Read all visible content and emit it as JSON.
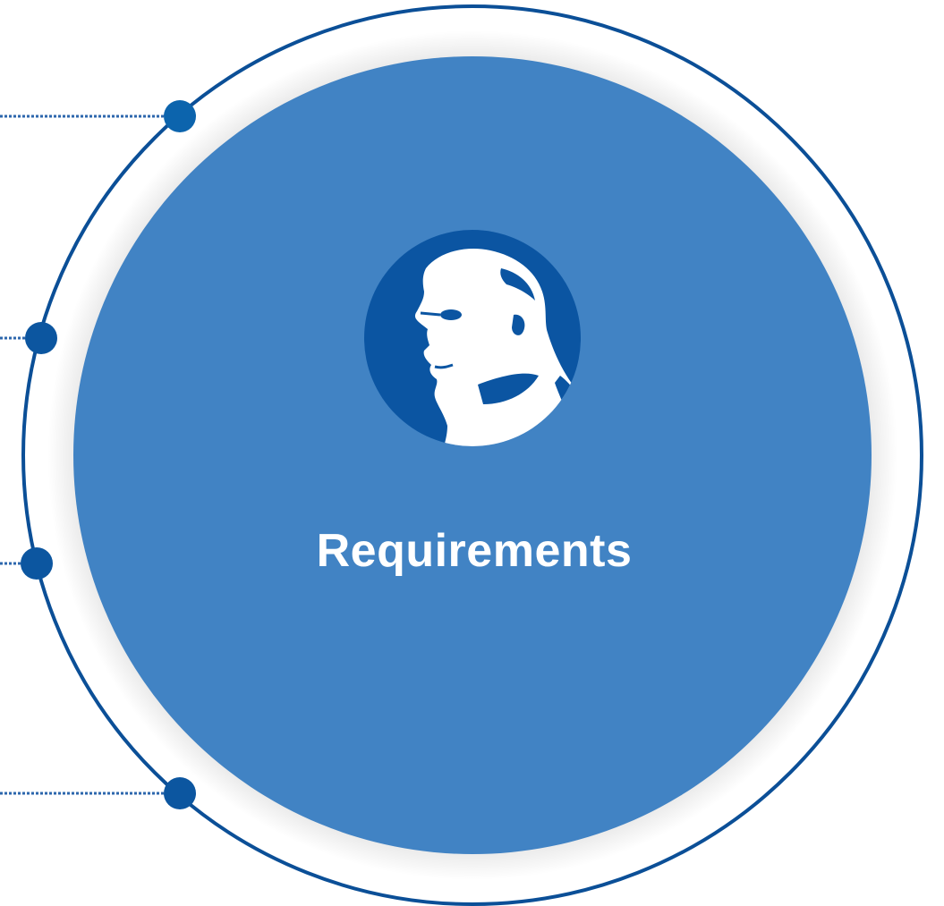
{
  "diagram": {
    "center_label": "Requirements",
    "portrait": "portrait-emblem",
    "connector_count": 4
  },
  "colors": {
    "circle_fill": "#4183c4",
    "ring_stroke": "#0b4f97",
    "node_fill": "#0c56a0",
    "portrait_bg": "#0b55a2",
    "connector": "#2d67ad",
    "text": "#ffffff"
  }
}
